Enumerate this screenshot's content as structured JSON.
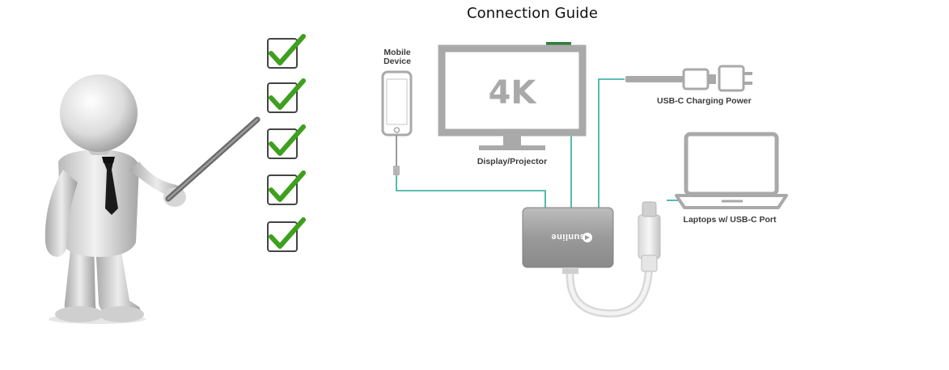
{
  "title": "Connection Guide",
  "diagram": {
    "mobile_label_line1": "Mobile",
    "mobile_label_line2": "Device",
    "display_screen_text": "4K",
    "display_label": "Display/Projector",
    "power_label": "USB-C Charging Power",
    "laptop_label": "Laptops w/ USB-C Port",
    "hub_brand": "sunline"
  },
  "checklist": {
    "count": 5
  },
  "colors": {
    "checkmark_green": "#3ea01e",
    "connector_line": "#2ba89c",
    "device_gray": "#a9a9a9",
    "hub_silver": "#9c9c9c"
  },
  "icons": [
    "presenter-figure",
    "pointer-stick",
    "checkbox-checked-icon",
    "smartphone-icon",
    "monitor-icon",
    "wall-charger-icon",
    "laptop-icon",
    "usb-c-hub-icon"
  ]
}
